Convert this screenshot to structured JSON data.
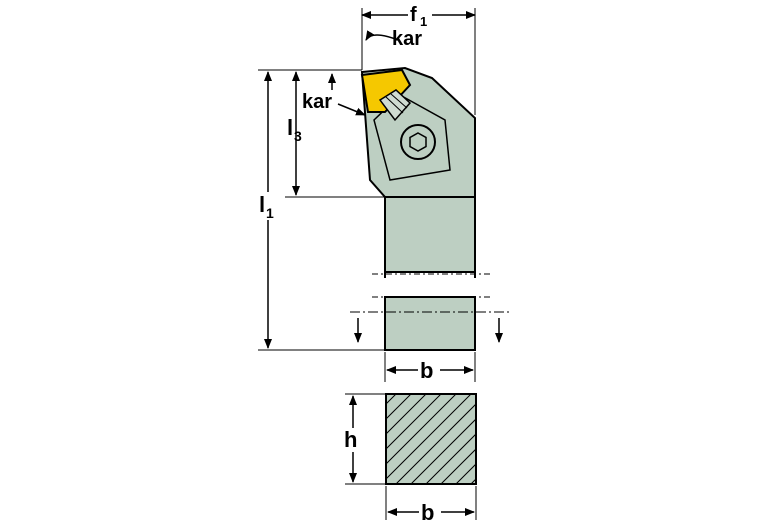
{
  "labels": {
    "f1": "f",
    "f1_sub": "1",
    "kar_top": "kar",
    "kar_side": "kar",
    "l3": "l",
    "l3_sub": "3",
    "l1": "l",
    "l1_sub": "1",
    "b_side": "b",
    "h": "h",
    "b_section": "b"
  },
  "colors": {
    "tool_body": "#bdcfc2",
    "insert": "#f5c800",
    "outline": "#000000",
    "section_fill": "#bdcfc2"
  }
}
